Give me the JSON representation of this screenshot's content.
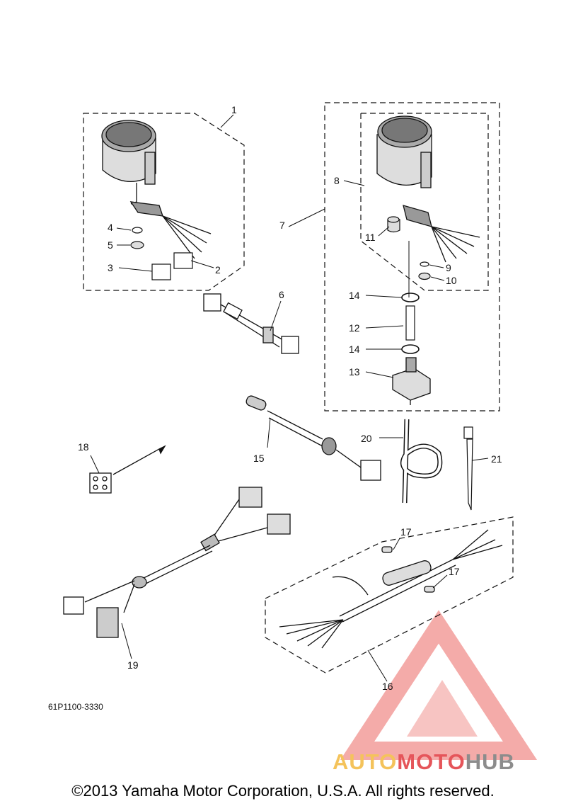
{
  "diagram": {
    "part_code": "61P1100-3330",
    "copyright": "©2013 Yamaha Motor Corporation, U.S.A. All rights reserved.",
    "callouts": [
      "1",
      "2",
      "3",
      "4",
      "5",
      "6",
      "7",
      "8",
      "9",
      "10",
      "11",
      "12",
      "13",
      "14",
      "14",
      "15",
      "16",
      "17",
      "17",
      "18",
      "19",
      "20",
      "21"
    ]
  },
  "watermark": {
    "part_a": "AUTO",
    "part_b": "MOTO",
    "part_c": "HUB",
    "colors": {
      "yellow": "#f4c35b",
      "red": "#e5555a",
      "gray": "#8c8c8c",
      "pink": "#f3a3a0"
    }
  }
}
